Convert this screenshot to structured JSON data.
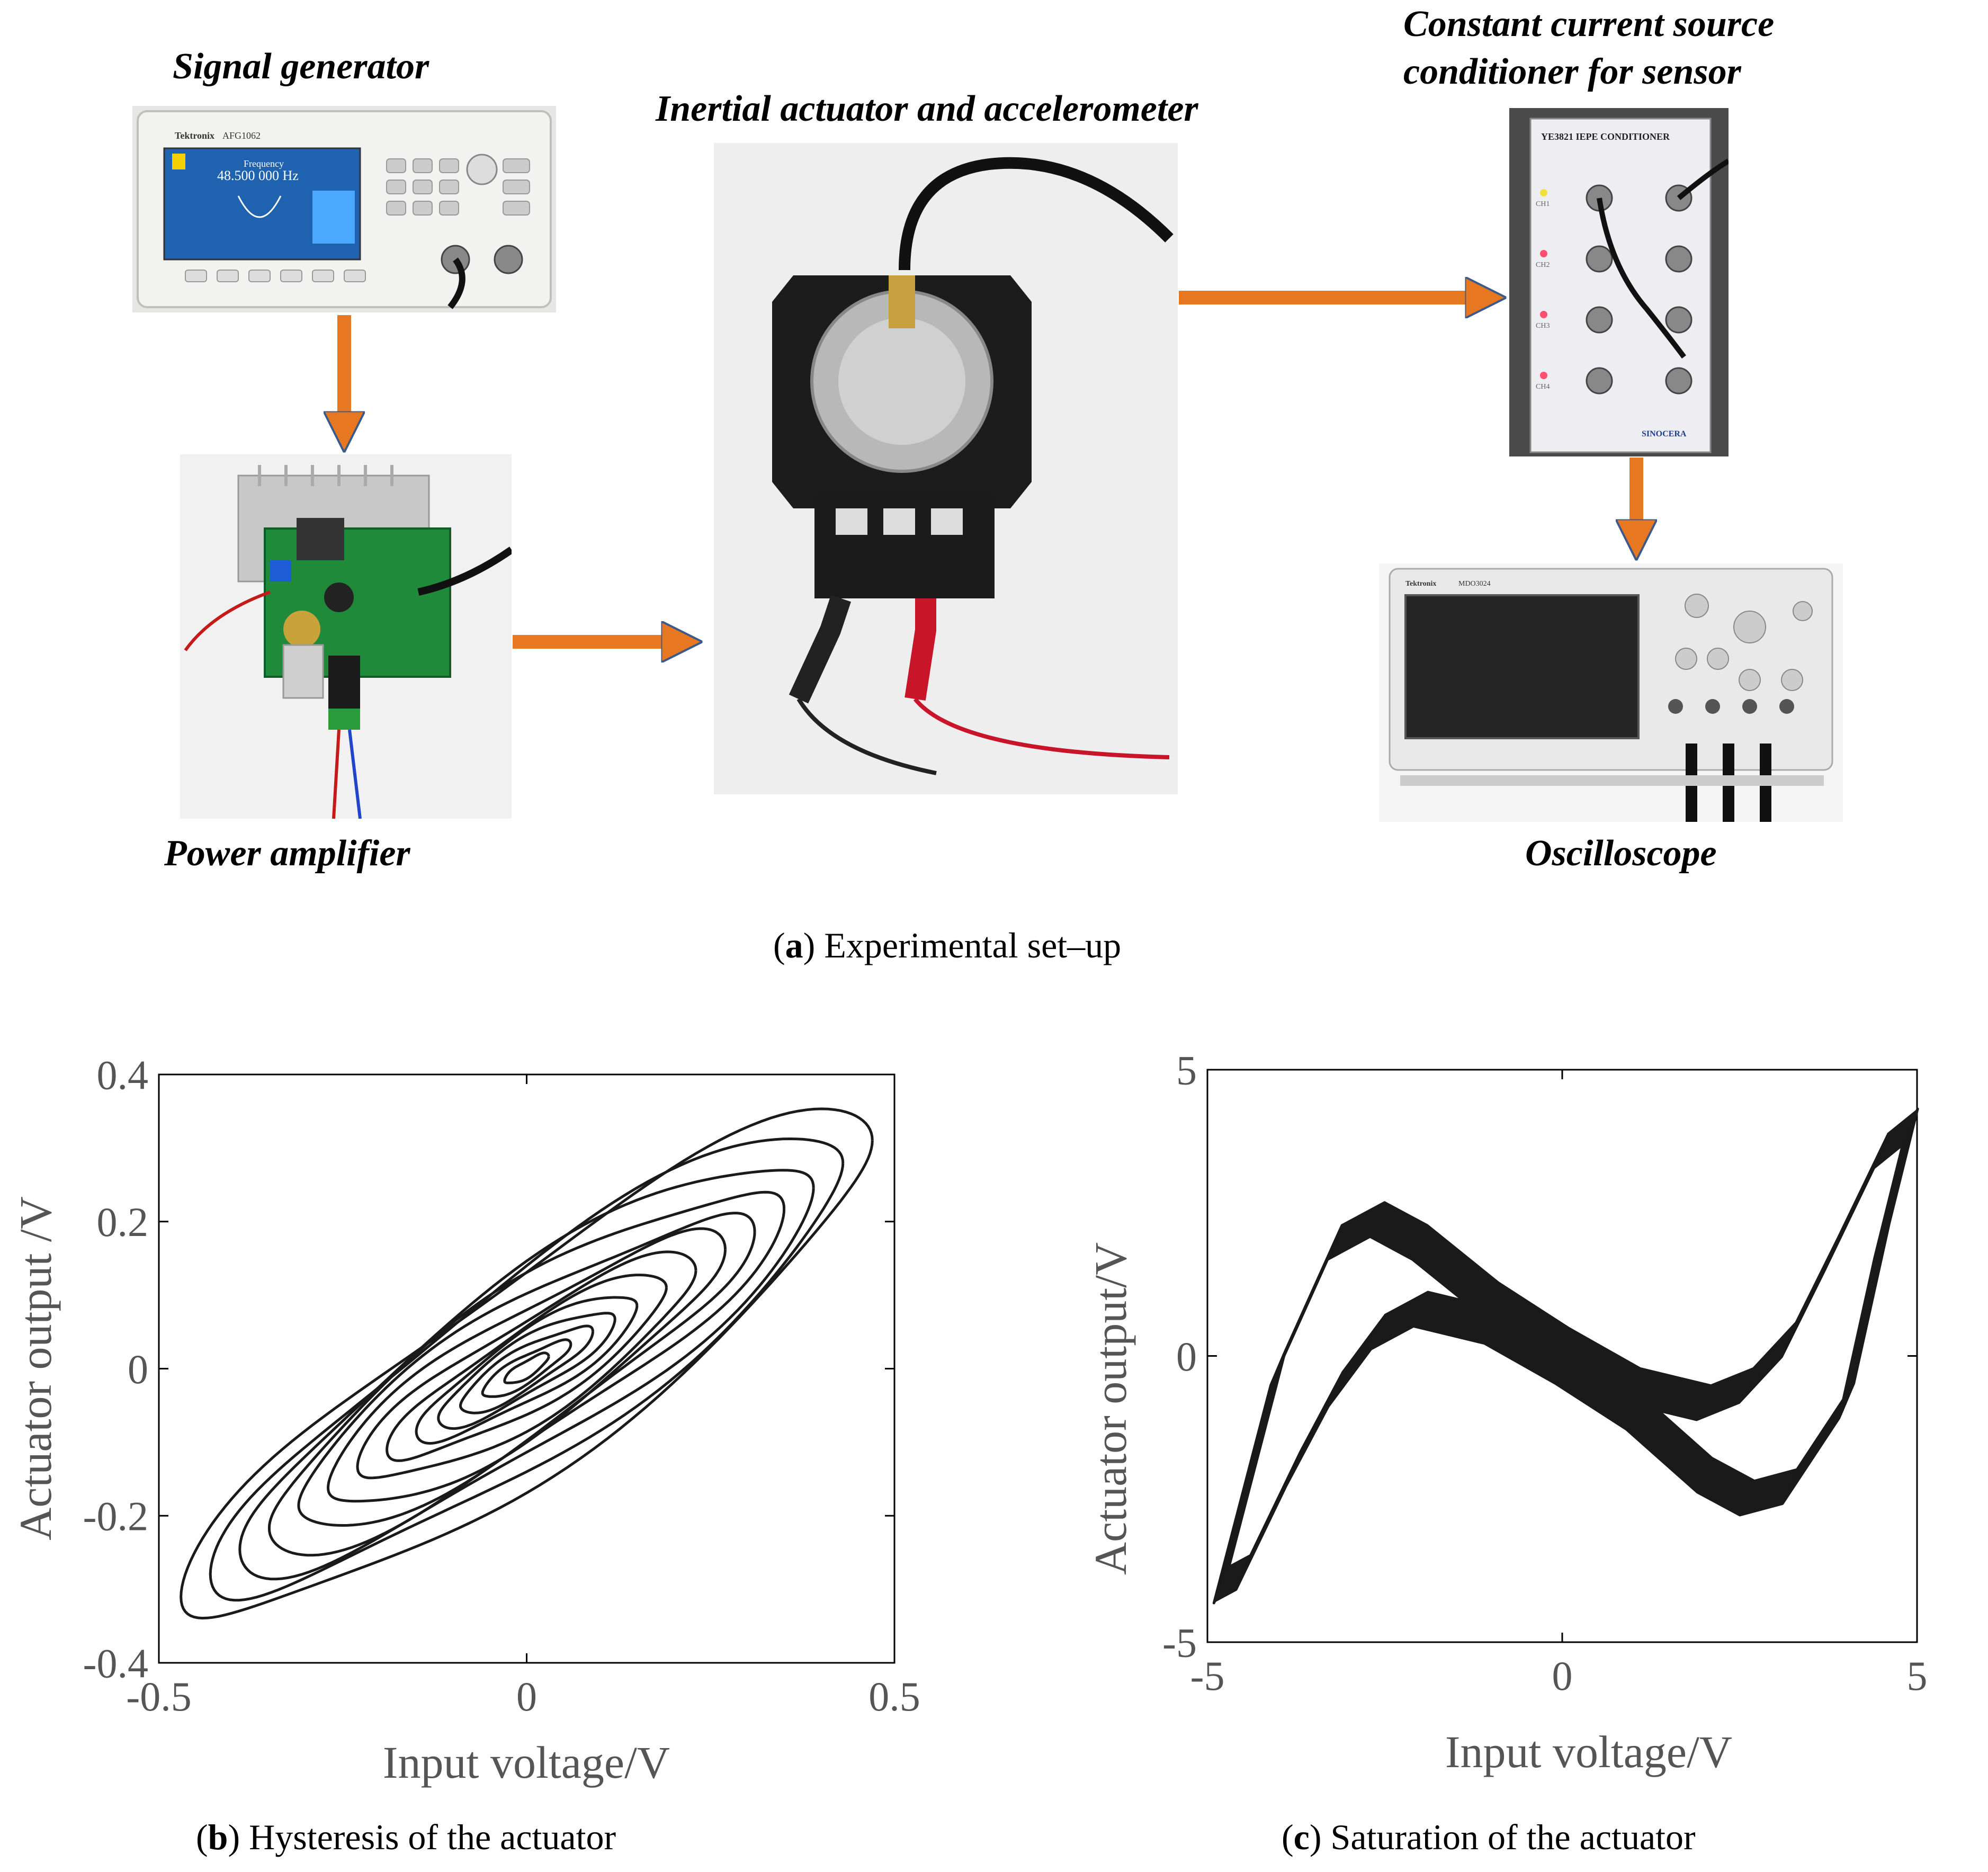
{
  "panel_a": {
    "labels": {
      "signal_generator": "Signal generator",
      "actuator": "Inertial actuator and accelerometer",
      "conditioner_line1": "Constant current source",
      "conditioner_line2": "conditioner for sensor",
      "power_amplifier": "Power amplifier",
      "oscilloscope": "Oscilloscope"
    },
    "caption_letter": "a",
    "caption_text": " Experimental set–up",
    "device_text": {
      "generator_brand": "Tektronix",
      "generator_model": "AFG1062",
      "generator_freq_label": "Frequency",
      "generator_freq": "48.500 000 Hz",
      "conditioner_title": "YE3821 IEPE CONDITIONER",
      "conditioner_brand": "SINOCERA",
      "conditioner_channels": [
        "CH1",
        "CH2",
        "CH3",
        "CH4"
      ],
      "scope_brand": "Tektronix",
      "scope_model": "MDO3024"
    },
    "colors": {
      "arrow": "#e87722",
      "arrow_outline": "#3a5a8c"
    }
  },
  "chart_data": [
    {
      "type": "line",
      "subtype": "hysteresis-loops",
      "xlabel": "Input  voltage/V",
      "ylabel": "Actuator output /V",
      "xlim": [
        -0.5,
        0.5
      ],
      "ylim": [
        -0.4,
        0.4
      ],
      "xticks": [
        "-0.5",
        "0",
        "0.5"
      ],
      "yticks": [
        "-0.4",
        "-0.2",
        "0",
        "0.2",
        "0.4"
      ],
      "x_tick_values": [
        -0.5,
        0,
        0.5
      ],
      "y_tick_values": [
        -0.4,
        -0.2,
        0,
        0.2,
        0.4
      ],
      "caption_letter": "b",
      "caption_text": " Hysteresis of the actuator",
      "loops": [
        {
          "amplitude": 0.03,
          "gain": 0.55,
          "width": 0.012
        },
        {
          "amplitude": 0.06,
          "gain": 0.55,
          "width": 0.02
        },
        {
          "amplitude": 0.09,
          "gain": 0.56,
          "width": 0.03
        },
        {
          "amplitude": 0.12,
          "gain": 0.56,
          "width": 0.04
        },
        {
          "amplitude": 0.15,
          "gain": 0.57,
          "width": 0.05
        },
        {
          "amplitude": 0.19,
          "gain": 0.58,
          "width": 0.06
        },
        {
          "amplitude": 0.23,
          "gain": 0.58,
          "width": 0.075
        },
        {
          "amplitude": 0.27,
          "gain": 0.6,
          "width": 0.09
        },
        {
          "amplitude": 0.31,
          "gain": 0.6,
          "width": 0.1
        },
        {
          "amplitude": 0.35,
          "gain": 0.62,
          "width": 0.115
        },
        {
          "amplitude": 0.39,
          "gain": 0.63,
          "width": 0.13
        },
        {
          "amplitude": 0.43,
          "gain": 0.65,
          "width": 0.14
        },
        {
          "amplitude": 0.47,
          "gain": 0.66,
          "width": 0.15
        }
      ],
      "grid": false,
      "color": "#1a1a1a"
    },
    {
      "type": "line",
      "subtype": "saturation-loops",
      "xlabel": "Input voltage/V",
      "ylabel": "Actuator output/V",
      "xlim": [
        -5,
        5
      ],
      "ylim": [
        -5,
        5
      ],
      "xticks": [
        "-5",
        "0",
        "5"
      ],
      "yticks": [
        "-5",
        "0",
        "5"
      ],
      "x_tick_values": [
        -5,
        0,
        5
      ],
      "y_tick_values": [
        -5,
        0,
        5
      ],
      "caption_letter": "c",
      "caption_text": " Saturation of the actuator",
      "upper_branch": {
        "x": [
          -4.8,
          -4.0,
          -3.2,
          -2.6,
          -2.0,
          -1.0,
          0.0,
          1.0,
          2.0,
          2.6,
          3.2,
          3.8,
          4.5,
          4.9
        ],
        "y": [
          -4.0,
          -0.2,
          2.0,
          2.4,
          2.0,
          1.0,
          0.2,
          -0.5,
          -0.8,
          -0.5,
          0.3,
          1.8,
          3.6,
          4.0
        ]
      },
      "lower_branch": {
        "x": [
          4.9,
          4.5,
          4.0,
          3.2,
          2.6,
          2.0,
          1.0,
          0.0,
          -1.0,
          -2.0,
          -2.6,
          -3.2,
          -3.8,
          -4.5,
          -4.8
        ],
        "y": [
          4.0,
          2.0,
          -0.8,
          -2.3,
          -2.5,
          -2.1,
          -1.0,
          -0.2,
          0.5,
          0.8,
          0.4,
          -0.6,
          -2.0,
          -3.8,
          -4.0
        ]
      },
      "grid": false,
      "color": "#1a1a1a"
    }
  ]
}
